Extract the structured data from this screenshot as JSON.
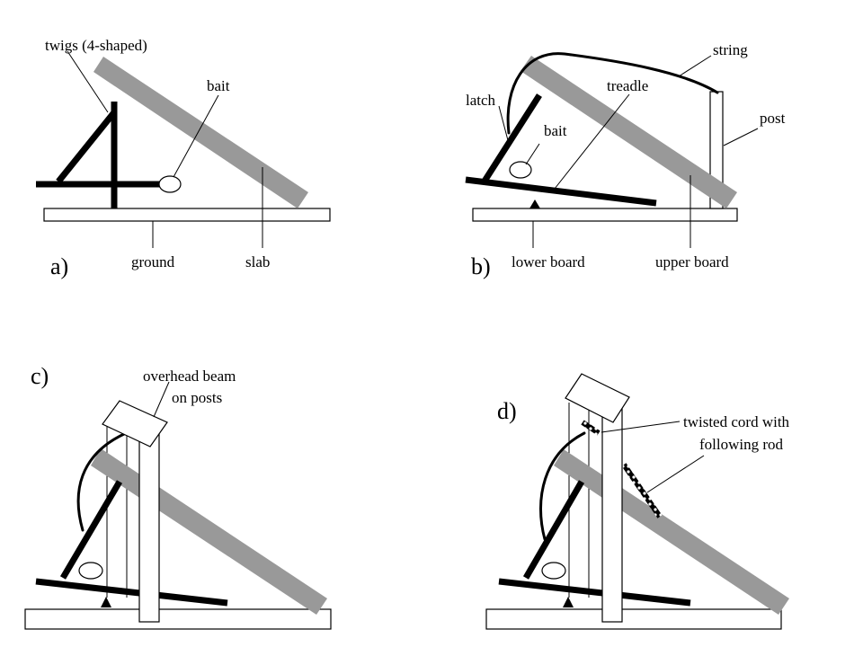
{
  "panels": {
    "a": {
      "panel_label": "a)",
      "labels": {
        "twigs": "twigs (4-shaped)",
        "bait": "bait",
        "ground": "ground",
        "slab": "slab"
      }
    },
    "b": {
      "panel_label": "b)",
      "labels": {
        "string": "string",
        "latch": "latch",
        "treadle": "treadle",
        "post": "post",
        "bait": "bait",
        "lower_board": "lower board",
        "upper_board": "upper board"
      }
    },
    "c": {
      "panel_label": "c)",
      "labels": {
        "beam_line1": "overhead beam",
        "beam_line2": "on posts"
      }
    },
    "d": {
      "panel_label": "d)",
      "labels": {
        "cord_line1": "twisted cord with",
        "cord_line2": "following rod"
      }
    }
  },
  "colors": {
    "slab": "#999999",
    "stroke": "#000000",
    "background": "#ffffff"
  }
}
